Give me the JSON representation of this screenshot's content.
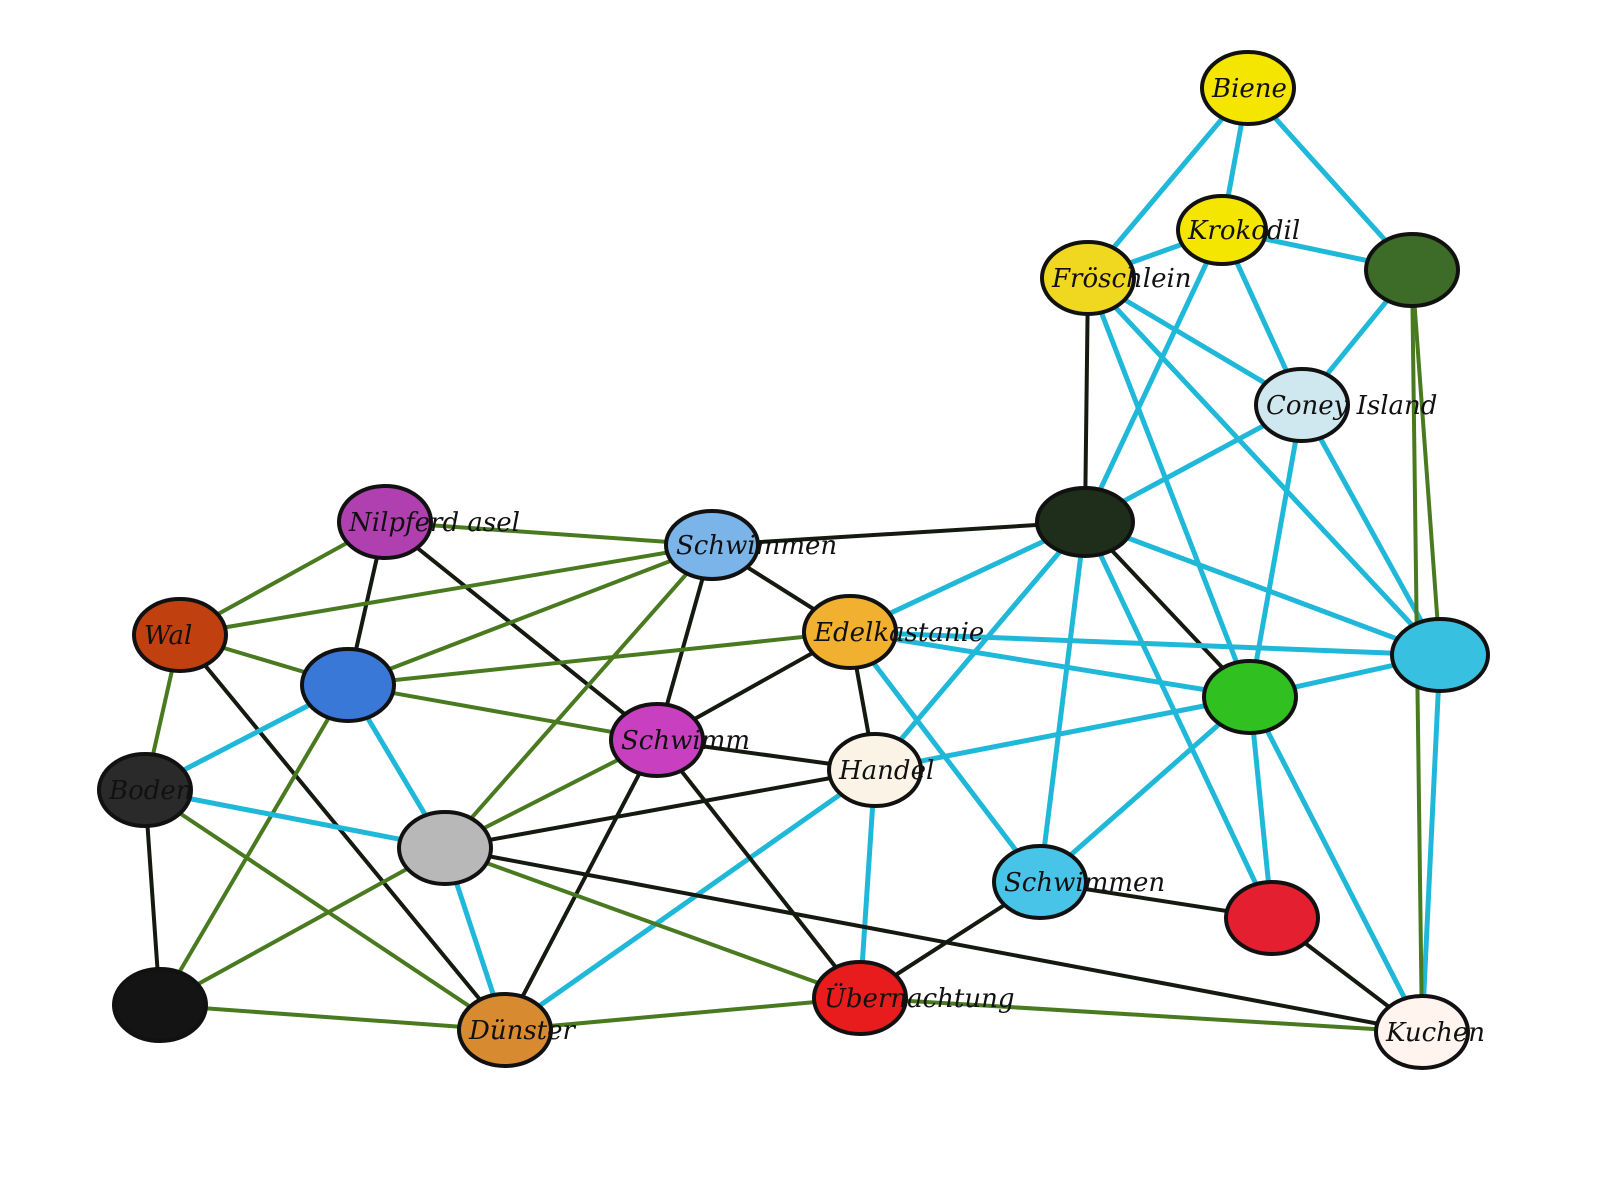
{
  "diagram": {
    "type": "hand-drawn network",
    "nodes": [
      {
        "id": "n1",
        "label": "Biene",
        "fill": "#f5e600"
      },
      {
        "id": "n2",
        "label": "Krokodil",
        "fill": "#f5e600"
      },
      {
        "id": "n3",
        "label": "Fröschlein",
        "fill": "#f0d820"
      },
      {
        "id": "n4",
        "label": "",
        "fill": "#3d6b28"
      },
      {
        "id": "n5",
        "label": "Coney Island",
        "fill": "#cfe8f0"
      },
      {
        "id": "n6",
        "label": "",
        "fill": "#1e2e1a"
      },
      {
        "id": "n7",
        "label": "",
        "fill": "#38c0e0"
      },
      {
        "id": "n8",
        "label": "",
        "fill": "#30c020"
      },
      {
        "id": "n9",
        "label": "Edelkastanie",
        "fill": "#f2b030"
      },
      {
        "id": "n10",
        "label": "Handel",
        "fill": "#fbf3e6"
      },
      {
        "id": "n11",
        "label": "Schwimm",
        "fill": "#c840c0"
      },
      {
        "id": "n12",
        "label": "Schwimmen",
        "fill": "#7ab4e8"
      },
      {
        "id": "n13",
        "label": "Nilpferd asel",
        "fill": "#b040b0"
      },
      {
        "id": "n14",
        "label": "Wal",
        "fill": "#c04010"
      },
      {
        "id": "n15",
        "label": "",
        "fill": "#3a78d8"
      },
      {
        "id": "n16",
        "label": "Boden",
        "fill": "#2a2a2a"
      },
      {
        "id": "n17",
        "label": "",
        "fill": "#b8b8b8"
      },
      {
        "id": "n18",
        "label": "",
        "fill": "#141414"
      },
      {
        "id": "n19",
        "label": "Dünster",
        "fill": "#d88a30"
      },
      {
        "id": "n20",
        "label": "Übernachtung",
        "fill": "#e81c1c"
      },
      {
        "id": "n21",
        "label": "Schwimmen",
        "fill": "#48c4e8"
      },
      {
        "id": "n22",
        "label": "",
        "fill": "#e42030"
      },
      {
        "id": "n23",
        "label": "Kuchen",
        "fill": "#fff4ee"
      }
    ],
    "edges": [
      [
        "n1",
        "n2",
        "cyan"
      ],
      [
        "n1",
        "n3",
        "cyan"
      ],
      [
        "n1",
        "n4",
        "cyan"
      ],
      [
        "n2",
        "n3",
        "cyan"
      ],
      [
        "n2",
        "n4",
        "cyan"
      ],
      [
        "n2",
        "n5",
        "cyan"
      ],
      [
        "n2",
        "n6",
        "cyan"
      ],
      [
        "n3",
        "n6",
        "black"
      ],
      [
        "n3",
        "n5",
        "cyan"
      ],
      [
        "n3",
        "n8",
        "cyan"
      ],
      [
        "n3",
        "n7",
        "cyan"
      ],
      [
        "n4",
        "n5",
        "cyan"
      ],
      [
        "n4",
        "n7",
        "green"
      ],
      [
        "n5",
        "n6",
        "cyan"
      ],
      [
        "n5",
        "n8",
        "cyan"
      ],
      [
        "n5",
        "n7",
        "cyan"
      ],
      [
        "n6",
        "n12",
        "black"
      ],
      [
        "n6",
        "n9",
        "cyan"
      ],
      [
        "n6",
        "n10",
        "cyan"
      ],
      [
        "n6",
        "n8",
        "black"
      ],
      [
        "n6",
        "n21",
        "cyan"
      ],
      [
        "n6",
        "n7",
        "cyan"
      ],
      [
        "n13",
        "n14",
        "green"
      ],
      [
        "n13",
        "n12",
        "green"
      ],
      [
        "n13",
        "n15",
        "black"
      ],
      [
        "n13",
        "n11",
        "black"
      ],
      [
        "n12",
        "n14",
        "green"
      ],
      [
        "n12",
        "n15",
        "green"
      ],
      [
        "n12",
        "n17",
        "green"
      ],
      [
        "n12",
        "n11",
        "black"
      ],
      [
        "n12",
        "n9",
        "black"
      ],
      [
        "n14",
        "n15",
        "green"
      ],
      [
        "n14",
        "n16",
        "green"
      ],
      [
        "n14",
        "n19",
        "black"
      ],
      [
        "n15",
        "n9",
        "green"
      ],
      [
        "n15",
        "n11",
        "green"
      ],
      [
        "n15",
        "n16",
        "cyan"
      ],
      [
        "n15",
        "n17",
        "cyan"
      ],
      [
        "n15",
        "n18",
        "green"
      ],
      [
        "n9",
        "n11",
        "black"
      ],
      [
        "n9",
        "n10",
        "black"
      ],
      [
        "n9",
        "n8",
        "cyan"
      ],
      [
        "n9",
        "n7",
        "cyan"
      ],
      [
        "n9",
        "n21",
        "cyan"
      ],
      [
        "n10",
        "n11",
        "black"
      ],
      [
        "n10",
        "n17",
        "black"
      ],
      [
        "n10",
        "n19",
        "cyan"
      ],
      [
        "n10",
        "n20",
        "cyan"
      ],
      [
        "n10",
        "n8",
        "cyan"
      ],
      [
        "n11",
        "n17",
        "green"
      ],
      [
        "n11",
        "n19",
        "black"
      ],
      [
        "n11",
        "n20",
        "black"
      ],
      [
        "n16",
        "n17",
        "cyan"
      ],
      [
        "n16",
        "n18",
        "black"
      ],
      [
        "n16",
        "n19",
        "green"
      ],
      [
        "n17",
        "n18",
        "green"
      ],
      [
        "n17",
        "n19",
        "cyan"
      ],
      [
        "n17",
        "n20",
        "green"
      ],
      [
        "n17",
        "n23",
        "black"
      ],
      [
        "n18",
        "n19",
        "green"
      ],
      [
        "n19",
        "n20",
        "green"
      ],
      [
        "n20",
        "n21",
        "black"
      ],
      [
        "n20",
        "n23",
        "green"
      ],
      [
        "n21",
        "n8",
        "cyan"
      ],
      [
        "n21",
        "n22",
        "black"
      ],
      [
        "n8",
        "n7",
        "cyan"
      ],
      [
        "n8",
        "n23",
        "cyan"
      ],
      [
        "n8",
        "n22",
        "cyan"
      ],
      [
        "n7",
        "n23",
        "cyan"
      ],
      [
        "n22",
        "n23",
        "black"
      ],
      [
        "n4",
        "n23",
        "green"
      ],
      [
        "n6",
        "n22",
        "cyan"
      ]
    ],
    "edge_colors": {
      "black": "#141a10",
      "green": "#4a7a20",
      "cyan": "#20b8d8"
    }
  }
}
